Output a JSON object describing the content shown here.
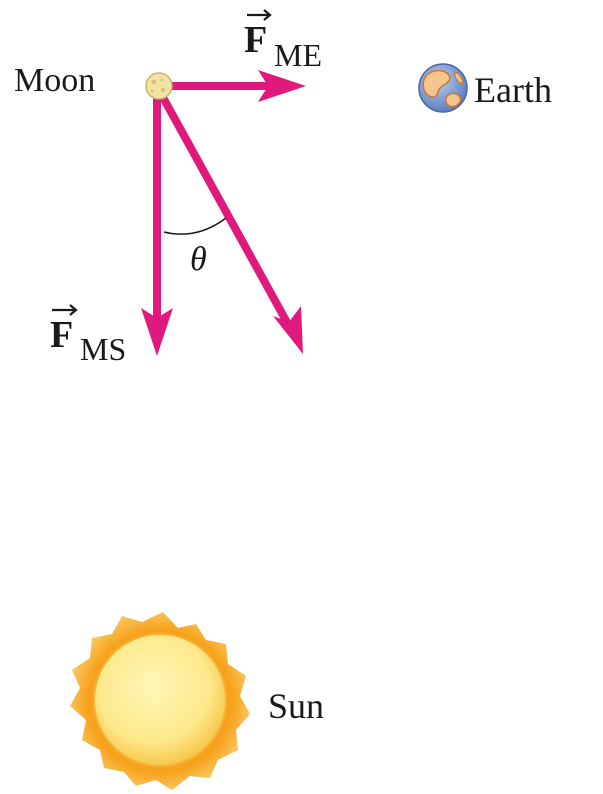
{
  "bodies": {
    "moon": "Moon",
    "earth": "Earth",
    "sun": "Sun"
  },
  "forces": {
    "moon_earth": {
      "symbol": "F",
      "subscript": "ME"
    },
    "moon_sun": {
      "symbol": "F",
      "subscript": "MS"
    }
  },
  "angle_label": "θ",
  "colors": {
    "arrow": "#e0197d",
    "sun_fill": "#fde98b",
    "sun_corona": "#f7a21c",
    "earth_ocean": "#7f9fd6",
    "earth_land": "#f4c58c",
    "moon_fill": "#f3e3a3"
  }
}
